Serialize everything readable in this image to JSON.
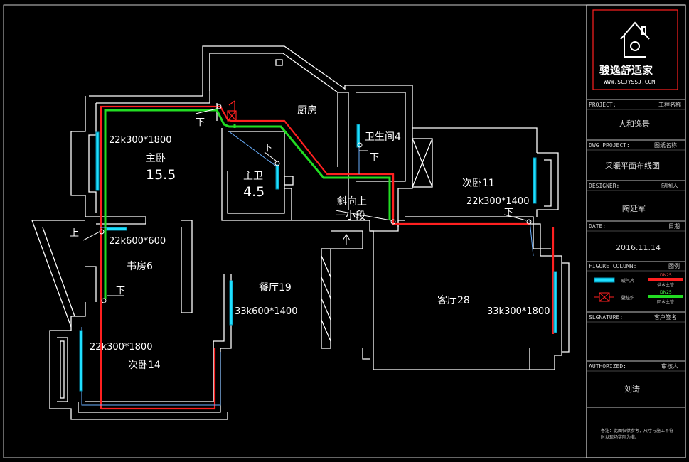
{
  "colors": {
    "background": "#000000",
    "wall": "#ffffff",
    "supply_pipe": "#ff2020",
    "return_pipe": "#22dd22",
    "radiator": "#20e0ff",
    "thin_return": "#6ab0ff",
    "logo_border": "#ff2020"
  },
  "rooms": {
    "master_bedroom": {
      "name": "主卧",
      "area": "15.5"
    },
    "master_bath": {
      "name": "主卫",
      "area": "4.5"
    },
    "kitchen": {
      "name": "厨房"
    },
    "bathroom": {
      "name": "卫生间4"
    },
    "second_bedroom_11": {
      "name": "次卧11"
    },
    "study": {
      "name": "书房6"
    },
    "dining": {
      "name": "餐厅19"
    },
    "living": {
      "name": "客厅28"
    },
    "second_bedroom_14": {
      "name": "次卧14"
    }
  },
  "radiator_specs": {
    "master_bedroom": "22k300*1800",
    "second_bedroom_11": "22k300*1400",
    "study": "22k600*600",
    "dining": "33k600*1400",
    "living": "33k300*1800",
    "second_bedroom_14": "22k300*1800"
  },
  "annotations": {
    "down": "下",
    "up": "上",
    "slant_up": "斜向上",
    "small_segment": "一小段"
  },
  "title_block": {
    "logo_text": "骏逸舒适家",
    "logo_url": "WWW.SCJYSSJ.COM",
    "project_en": "PROJECT:",
    "project_cn": "工程名称",
    "project_value": "人和逸景",
    "dwg_project_en": "DWG PROJECT:",
    "dwg_project_cn": "图纸名称",
    "dwg_project_value": "采暖平面布线图",
    "designer_en": "DESIGNER:",
    "designer_cn": "制图人",
    "designer_value": "陶延军",
    "date_en": "DATE:",
    "date_cn": "日期",
    "date_value": "2016.11.14",
    "figure_en": "FIGURE COLUMN:",
    "figure_cn": "图例",
    "legend_radiator": "暖气片",
    "legend_boiler": "壁挂炉",
    "legend_supply_a": "DN25",
    "legend_supply_b": "供水主管",
    "legend_return_a": "DN25",
    "legend_return_b": "回水主管",
    "signature_en": "SLGNATURE:",
    "signature_cn": "客户签名",
    "authorized_en": "AUTHORIZED:",
    "authorized_cn": "审核人",
    "authorized_value": "刘涛",
    "note": "备注：此图仅供参考，尺寸与施工不符",
    "note_2": "时以现场实际为准。"
  }
}
